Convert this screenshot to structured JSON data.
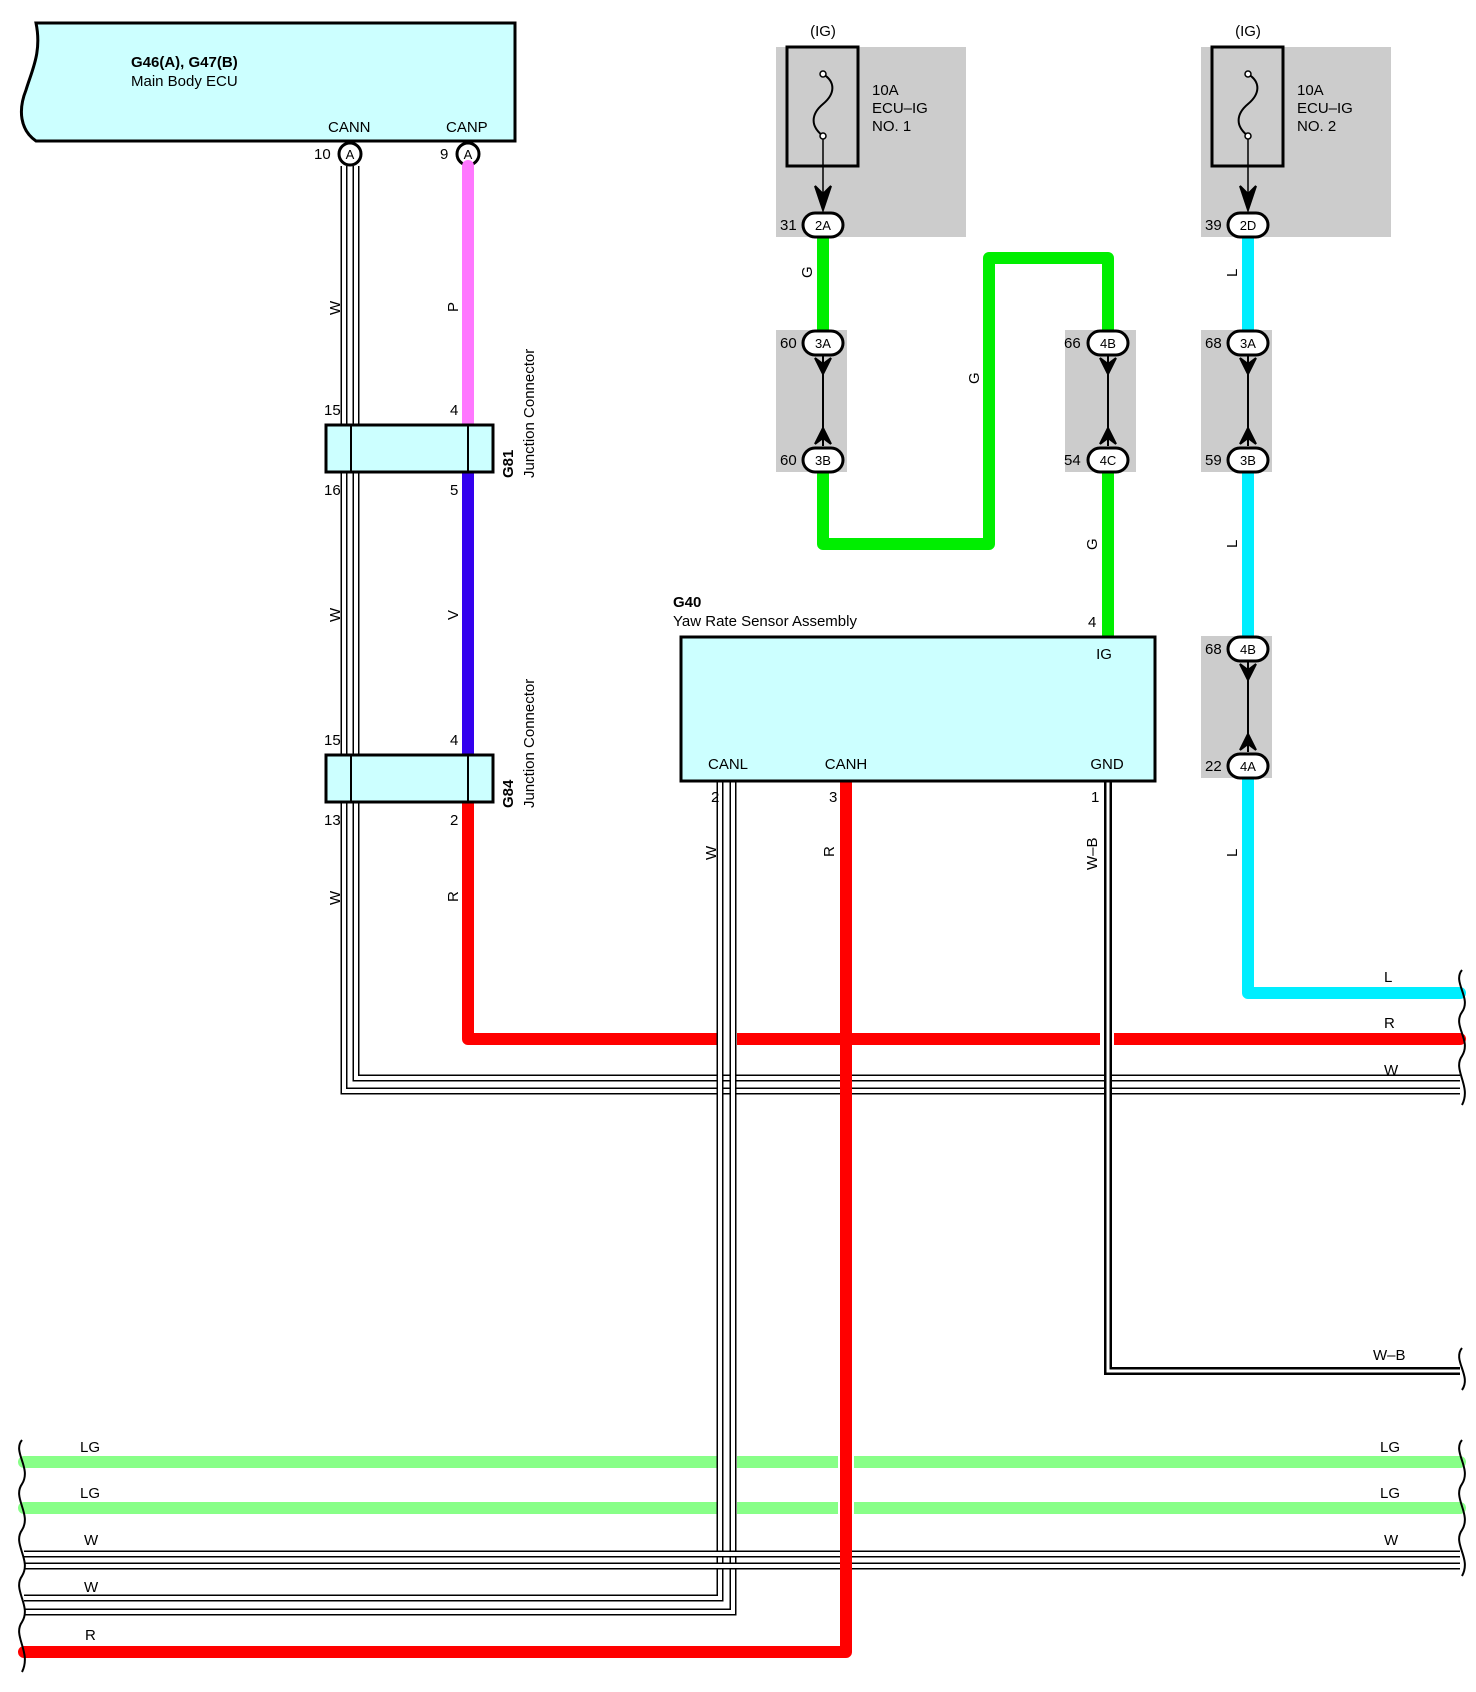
{
  "colors": {
    "component_fill": "#ccffff",
    "fuse_box_fill": "#cccccc",
    "wire_P": "#ff77ff",
    "wire_V": "#3300ee",
    "wire_R": "#ff0000",
    "wire_G": "#00ee00",
    "wire_L": "#00eeff",
    "wire_LG": "#88ff88"
  },
  "ecu": {
    "id": "G46(A), G47(B)",
    "name": "Main Body ECU",
    "cann": "CANN",
    "canp": "CANP",
    "cann_pin": "10",
    "canp_pin": "9",
    "conn_a1": "A",
    "conn_a2": "A"
  },
  "fuse1": {
    "power": "(IG)",
    "amp": "10A",
    "name1": "ECU–IG",
    "name2": "NO. 1",
    "pin": "31",
    "conn": "2A"
  },
  "fuse2": {
    "power": "(IG)",
    "amp": "10A",
    "name1": "ECU–IG",
    "name2": "NO. 2",
    "pin": "39",
    "conn": "2D"
  },
  "jc_connectors": {
    "a": {
      "top_pin": "60",
      "top": "3A",
      "bot_pin": "60",
      "bot": "3B"
    },
    "b": {
      "top_pin": "66",
      "top": "4B",
      "bot_pin": "54",
      "bot": "4C"
    },
    "c": {
      "top_pin": "68",
      "top": "3A",
      "bot_pin": "59",
      "bot": "3B"
    },
    "d": {
      "top_pin": "68",
      "top": "4B",
      "bot_pin": "22",
      "bot": "4A"
    }
  },
  "g81": {
    "id": "G81",
    "name": "Junction Connector",
    "p_top_left": "15",
    "p_top_right": "4",
    "p_bot_left": "16",
    "p_bot_right": "5"
  },
  "g84": {
    "id": "G84",
    "name": "Junction Connector",
    "p_top_left": "15",
    "p_top_right": "4",
    "p_bot_left": "13",
    "p_bot_right": "2"
  },
  "g40": {
    "id": "G40",
    "name": "Yaw Rate Sensor Assembly",
    "ig": "IG",
    "ig_pin": "4",
    "canl": "CANL",
    "canl_pin": "2",
    "canh": "CANH",
    "canh_pin": "3",
    "gnd": "GND",
    "gnd_pin": "1"
  },
  "wire_labels": {
    "w1": "W",
    "p1": "P",
    "w2": "W",
    "v1": "V",
    "w3": "W",
    "r1": "R",
    "g1": "G",
    "g2": "G",
    "g3": "G",
    "l1": "L",
    "l2": "L",
    "l3": "L",
    "w4": "W",
    "r2": "R",
    "wb1": "W–B"
  },
  "right_labels": {
    "l": "L",
    "r": "R",
    "w": "W",
    "wb": "W–B",
    "lg1": "LG",
    "lg2": "LG",
    "w2": "W"
  },
  "left_labels": {
    "lg1": "LG",
    "lg2": "LG",
    "w1": "W",
    "w2": "W",
    "r": "R"
  }
}
